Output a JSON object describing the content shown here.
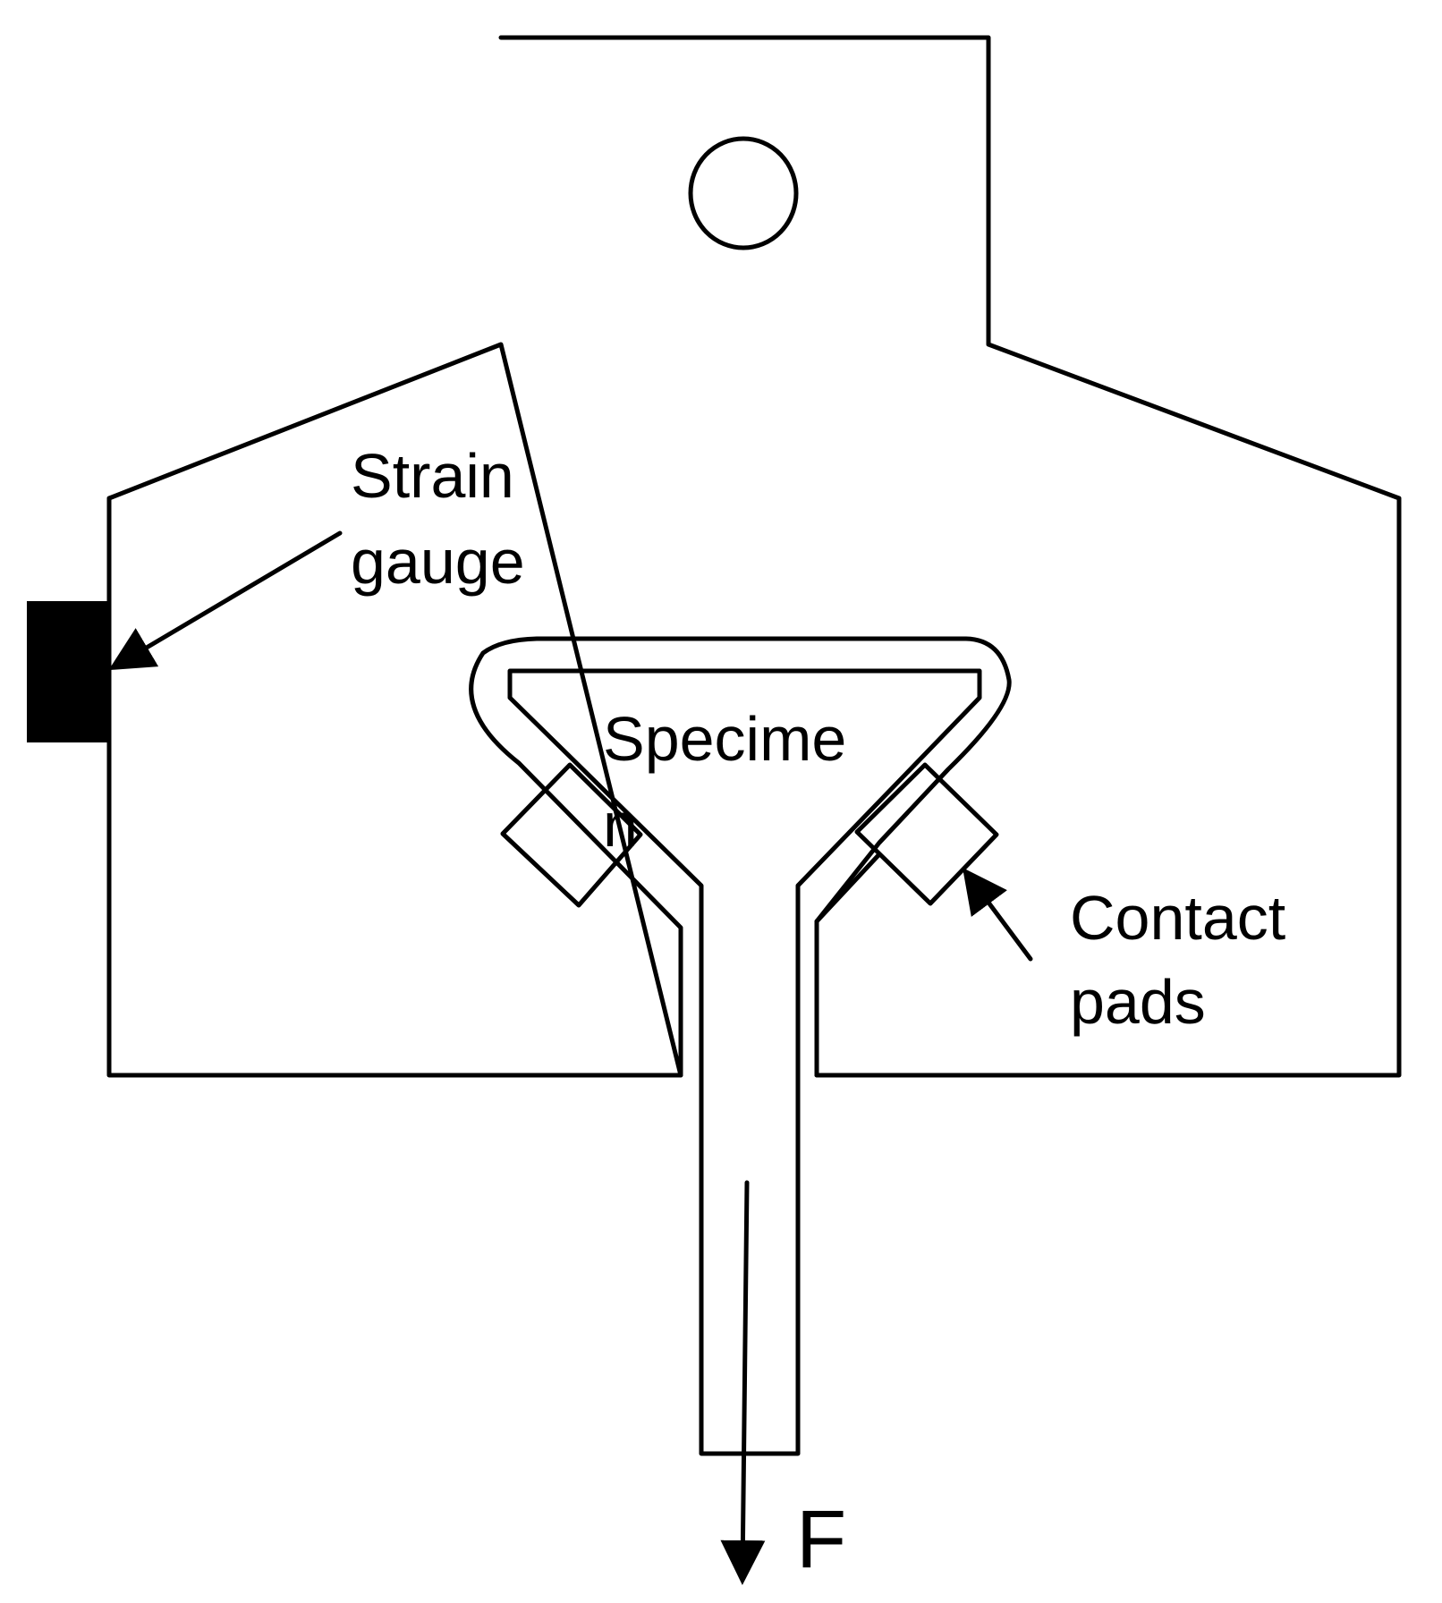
{
  "labels": {
    "strain_gauge_line1": "Strain",
    "strain_gauge_line2": "gauge",
    "specimen_line1": "Specime",
    "specimen_line2": "n",
    "contact_pads_line1": "Contact",
    "contact_pads_line2": "pads",
    "force": "F"
  },
  "colors": {
    "stroke": "#000000",
    "background": "#ffffff",
    "strain_gauge_fill": "#000000"
  }
}
